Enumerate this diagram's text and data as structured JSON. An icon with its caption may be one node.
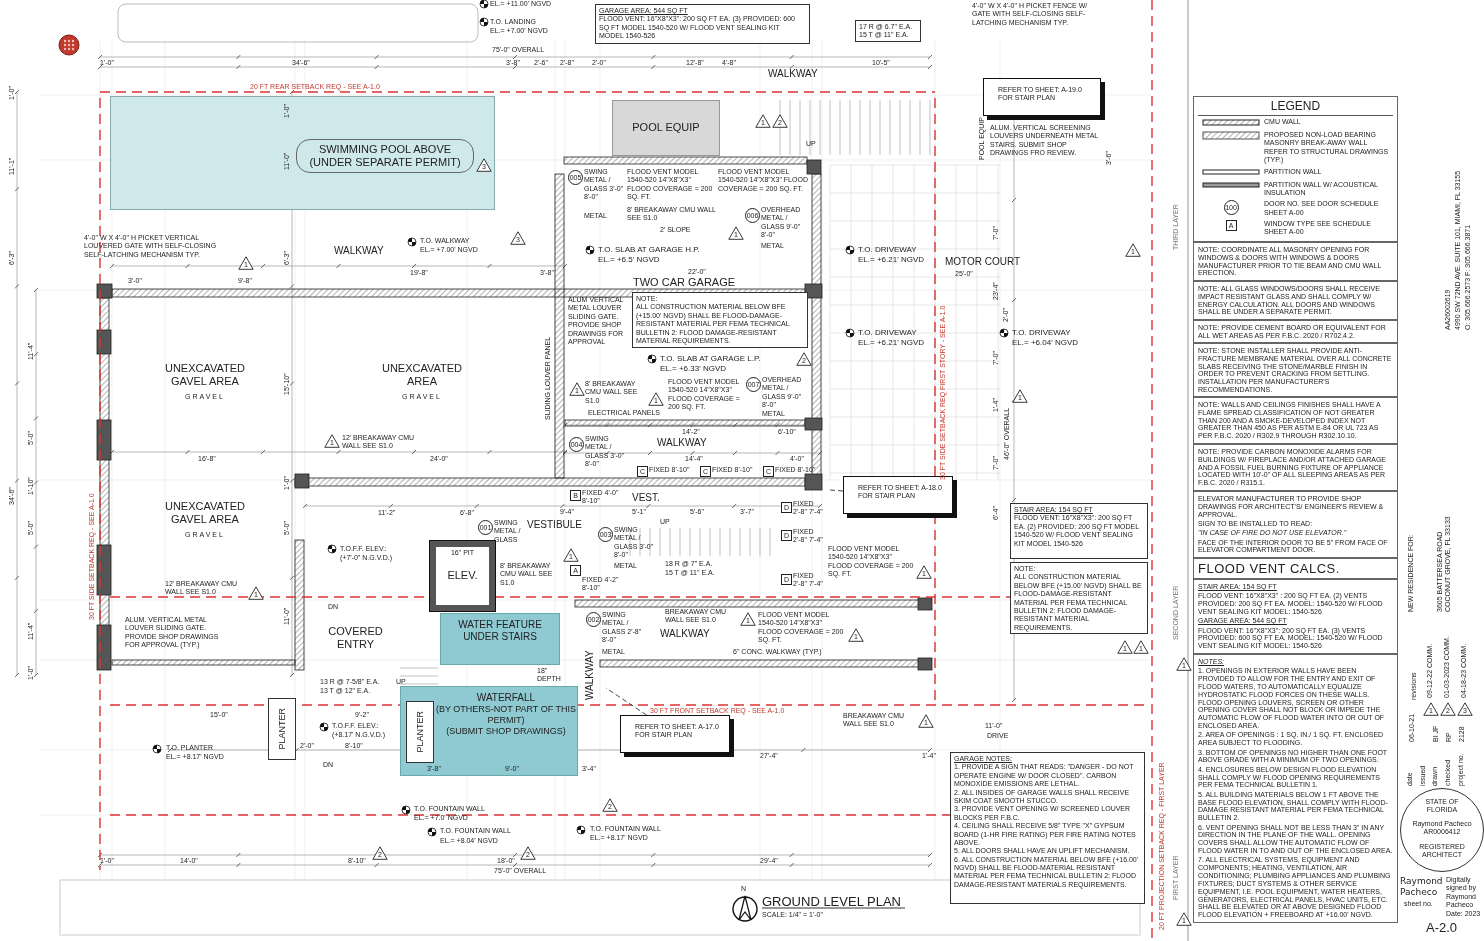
{
  "diagram": {
    "title": "GROUND LEVEL PLAN",
    "nodes": [
      {
        "text": [
          "GARAGE AREA: 544 SQ FT",
          "FLOOD VENT: 16\"X8\"X3\": 200 SQ FT EA. (3) PROVIDED: 600 SQ FT MODEL 1540-520 W/ FLOOD VENT SEALING KIT MODEL 1540-526"
        ]
      },
      {
        "text": [
          "17 R @ 6.7\" E.A.",
          "15 T @ 11\" E.A."
        ]
      },
      {
        "text": [
          "SWIMMING POOL ABOVE (UNDER SEPARATE PERMIT)"
        ]
      },
      {
        "text": [
          "POOL EQUIP"
        ]
      },
      {
        "text": [
          "REFER TO SHEET: A-19.0 FOR STAIR PLAN"
        ]
      },
      {
        "text": [
          "NOTE:",
          "ALL CONSTRUCTION MATERIAL BELOW BFE (+15.00' NGVD) SHALL BE FLOOD-DAMAGE-RESISTANT MATERIAL PER FEMA TECHNICAL BULLETIN 2: FLOOD DAMAGE-RESISTANT MATERIAL REQUIREMENTS."
        ]
      },
      {
        "text": [
          "REFER TO SHEET: A-18.0 FOR STAIR PLAN"
        ]
      },
      {
        "text": [
          "STAIR AREA: 154 SQ FT",
          "FLOOD VENT: 16\"X8\"X3\": 200 SQ FT EA. (2) PROVIDED: 200 SQ FT MODEL 1540-520 W/ FLOOD VENT SEALING KIT MODEL 1540-526"
        ]
      },
      {
        "text": [
          "NOTE:",
          "ALL CONSTRUCTION MATERIAL BELOW BFE (+15.00' NGVD) SHALL BE FLOOD-DAMAGE-RESISTANT MATERIAL PER FEMA TECHNICAL BULLETIN 2: FLOOD DAMAGE-RESISTANT MATERIAL REQUIREMENTS."
        ]
      },
      {
        "text": [
          "16\" PIT",
          "ELEV."
        ]
      },
      {
        "text": [
          "WATER FEATURE UNDER STAIRS"
        ]
      },
      {
        "text": [
          "WATERFALL",
          "(BY OTHERS-NOT PART OF THIS PERMIT)",
          "(SUBMIT SHOP DRAWINGS)"
        ]
      },
      {
        "text": [
          "PLANTER"
        ]
      },
      {
        "text": [
          "PLANTER"
        ],
        "in": 11
      },
      {
        "text": [
          "REFER TO SHEET: A-17.0 FOR STAIR PLAN"
        ]
      },
      {
        "text": [
          "GARAGE NOTES:",
          "1. PROVIDE A SIGN THAT READS: \"DANGER - DO NOT OPERATE ENGINE W/ DOOR CLOSED\". CARBON MONOXIDE EMISSIONS ARE LETHAL.",
          "2. ALL INSIDES OF GARAGE WALLS SHALL RECEIVE SKIM COAT SMOOTH STUCCO.",
          "3. PROVIDE VENT OPENING W/ SCREENED LOUVER BLOCKS PER F.B.C.",
          "4. CEILING SHALL RECEIVE 5/8\" TYPE \"X\" GYPSUM BOARD (1-HR FIRE RATING) PER FIRE RATING NOTES ABOVE.",
          "5. ALL DOORS SHALL HAVE AN UPLIFT MECHANISM.",
          "6. ALL CONSTRUCTION MATERIAL BELOW BFE (+16.00' NGVD) SHALL BE FLOOD-MATERIAL RESISTANT MATERIAL PER FEMA TECHNICAL BULLETIN 2: FLOOD DAMAGE-RESISTANT MATERIALS REQUIREMENTS."
        ]
      },
      {
        "text": [
          "LEGEND"
        ]
      },
      {
        "text": [
          "NOTE: COORDINATE ALL MASONRY OPENING FOR WINDOWS & DOORS WITH WINDOWS & DOORS MANUFACTURER PRIOR TO TIE BEAM AND CMU WALL ERECTION."
        ]
      },
      {
        "text": [
          "NOTE: ALL GLASS WINDOWS/DOORS SHALL RECEIVE IMPACT RESISTANT GLASS AND SHALL COMPLY W/ ENERGY CALCULATION. ALL DOORS AND WINDOWS SHALL BE UNDER A SEPARATE PERMIT."
        ]
      },
      {
        "text": [
          "NOTE: PROVIDE CEMENT BOARD OR EQUIVALENT FOR ALL WET AREAS AS PER F.B.C. 2020 / R702.4.2."
        ]
      },
      {
        "text": [
          "NOTE: STONE INSTALLER SHALL PROVIDE ANTI-FRACTURE MEMBRANE MATERIAL OVER ALL CONCRETE SLABS RECEIVING THE STONE/MARBLE FINISH IN ORDER TO PREVENT CRACKING FROM SETTLING. INSTALLATION PER MANUFACTURER'S RECOMMENDATIONS."
        ]
      },
      {
        "text": [
          "NOTE: WALLS AND CEILINGS FINISHES SHALL HAVE A FLAME SPREAD CLASSIFICATION OF NOT GREATER THAN 200 AND A SMOKE-DEVELOPED INDEX NOT GREATER THAN 450 AS PER ASTM E-84 OR UL 723 AS PER F.B.C. 2020 / R302.9 THROUGH R302.10.10."
        ]
      },
      {
        "text": [
          "NOTE: PROVIDE CARBON MONOXIDE ALARMS FOR BUILDINGS W/ FIREPLACE AND/OR ATTACHED GARAGE AND A FOSSIL FUEL BURNING FIXTURE OF APPLIANCE LOCATED WITH 10'-0\" OF ALL SLEEPING AREAS AS PER F.B.C. 2020 / R315.1."
        ]
      },
      {
        "text": [
          "ELEVATOR MANUFACTURER TO PROVIDE SHOP DRAWINGS FOR ARCHITECT'S/ ENGINEER'S REVIEW & APPROVAL.",
          "SIGN TO BE INSTALLED TO READ:",
          "\"IN CASE OF FIRE DO NOT USE ELEVATOR.\"",
          "FACE OF THE INTERIOR DOOR TO BE 5\" FROM FACE OF ELEVATOR COMPARTMENT DOOR."
        ]
      },
      {
        "text": [
          "FLOOD VENT CALCS."
        ]
      },
      {
        "text": [
          "STAIR AREA: 154 SQ FT",
          "FLOOD VENT: 16\"X8\"X3\" : 200 SQ FT EA. (2) VENTS PROVIDED: 200 SQ FT EA. MODEL: 1540-520 W/ FLOOD VENT SEALING KIT MODEL: 1540-526",
          "GARAGE AREA: 544 SQ FT",
          "FLOOD VENT: 16\"X8\"X3\": 200 SQ FT EA. (3) VENTS PROVIDED: 600 SQ FT EA. MODEL: 1540-520 W/ FLOOD VENT SEALING KIT MODEL: 1540-526"
        ]
      },
      {
        "text": [
          "NOTES:",
          "1. OPENINGS IN EXTERIOR WALLS HAVE BEEN PROVIDED TO ALLOW FOR THE ENTRY AND EXIT OF FLOOD WATERS, TO AUTOMATICALLY EQUALIZE HYDROSTATIC FLOOD FORCES ON THESE WALLS. FLOOD OPENING LOUVERS, SCREEN OR OTHER OPENING COVER SHALL NOT BLOCK OR IMPEDE THE AUTOMATIC FLOW OF FLOOD WATER INTO OR OUT OF ENCLOSED AREA.",
          "2. AREA OF OPENINGS : 1 SQ. IN./ 1 SQ. FT. ENCLOSED AREA SUBJECT TO FLOODING.",
          "3. BOTTOM OF OPENINGS NO HIGHER THAN ONE FOOT ABOVE GRADE WITH A MINIMUM OF TWO OPENINGS.",
          "4. ENCLOSURES BELOW DESIGN FLOOD ELEVATION SHALL COMPLY W/ FLOOD OPENING REQUIREMENTS PER FEMA TECHNICAL BULLETIN 1.",
          "5. ALL BUILDING MATERIALS BELOW 1 FT ABOVE THE BASE FLOOD ELEVATION, SHALL COMPLY WITH FLOOD-DAMAGE RESISTANT MATERIAL PER FEMA TECHNICAL BULLETIN 2.",
          "6. VENT OPENING SHALL NOT BE LESS THAN 3\" IN ANY DIRECTION IN THE PLANE OF THE WALL. OPENING COVERS SHALL ALLOW THE AUTOMATIC FLOW OF FLOOD WATER IN TO AND OUT OF THE ENCLOSED AREA.",
          "7. ALL ELECTRICAL SYSTEMS, EQUIPMENT AND COMPONENTS; HEATING, VENTILATION, AIR CONDITIONING; PLUMBING APPLIANCES AND PLUMBING FIXTURES; DUCT SYSTEMS & OTHER SERVICE EQUIPMENT, I.E. POOL EQUIPMENT, WATER HEATERS, GENERATORS, ELECTRICAL PANELS, HVAC UNITS, ETC. SHALL BE ELEVATED OR AT ABOVE DESIGNED FLOOD FLOOD ELEVATION + FREEBOARD AT +16.00' NGVD."
        ]
      },
      {
        "text": [
          "STATE OF FLORIDA",
          "Raymond Pacheco",
          "AR0006412",
          "REGISTERED ARCHITECT"
        ]
      }
    ],
    "edges": [
      {
        "from": 14,
        "to": null,
        "arrow": "none",
        "style": "dashed"
      },
      {
        "from": 6,
        "to": null,
        "arrow": "none",
        "style": "dashed"
      }
    ],
    "labels": [
      "EL.= +11.00' NGVD",
      "T.O. LANDING",
      "EL.= +7.00' NGVD",
      "75'-0\" OVERALL",
      "1'-0\"",
      "34'-6\"",
      "3'-8\"",
      "2'-6\"",
      "2'-8\"",
      "2'-0\"",
      "12'-8\"",
      "4'-8\"",
      "10'-5\"",
      "4'-0\" W X 4'-0\" H PICKET FENCE W/ GATE WITH SELF-CLOSING SELF-LATCHING MECHANISM TYP.",
      "20 FT REAR SETBACK REQ - SEE A-1.0",
      "WALKWAY",
      "1",
      "2",
      "UP",
      "POOL EQUIP",
      "ALUM. VERTICAL SCREENING LOUVERS UNDERNEATH METAL STAIRS. SUBMIT SHOP DRAWINGS FRO REVIEW.",
      "1",
      "3",
      "4'-0\" W X 4'-0\" H PICKET VERTICAL LOUVERED GATE WITH SELF-CLOSING SELF-LATCHING MECHANISM TYP.",
      "1",
      "WALKWAY",
      "T.O. WALKWAY",
      "EL.= +7.00' NGVD",
      "3",
      "3'-0\"",
      "9'-8\"",
      "19'-8\"",
      "3'-8\"",
      "UNEXCAVATED GAVEL AREA",
      "GRAVEL",
      "UNEXCAVATED AREA",
      "GRAVEL",
      "SLIDING LOUVER PANEL",
      "1",
      "12' BREAKAWAY CMU WALL SEE S1.0",
      "16'-8\"",
      "24'-0\"",
      "UNEXCAVATED GAVEL AREA",
      "GRAVEL",
      "11'-2\"",
      "6'-8\"",
      "T.O.F.F. ELEV.:",
      "(+7'-0\" N.G.V.D.)",
      "12' BREAKAWAY CMU WALL SEE S1.0",
      "1",
      "DN",
      "ALUM. VERTICAL METAL LOUVER SLIDING GATE. PROVIDE SHOP DRAWINGS FOR APPROVAL (TYP.)",
      "COVERED ENTRY",
      "13 R @ 7-5/8\" E.A.",
      "13 T @ 12\" E.A.",
      "UP",
      "15'-0\"",
      "9'-2\"",
      "T.O.F.F. ELEV.:",
      "(+8.17' N.G.V.D.)",
      "T.O. PLANTER",
      "EL.= +8.17' NGVD",
      "2'-0\"",
      "8'-10\"",
      "DN",
      "18\" DEPTH",
      "3'-8\"",
      "9'-0\"",
      "3'-4\"",
      "2",
      "T.O. FOUNTAIN WALL",
      "EL.= +7.0' NGVD",
      "T.O. FOUNTAIN WALL",
      "EL.= +8.04' NGVD",
      "T.O. FOUNTAIN WALL",
      "EL.= +8.17' NGVD",
      "2",
      "2",
      "1'-0\"",
      "14'-0\"",
      "8'-10\"",
      "18'-0\"",
      "29'-4\"",
      "75'-0\" OVERALL",
      "30 FT SIDE SETBACK REQ - SEE A-1.0",
      "30 FT FRONT SETBACK REQ - SEE A-1.0",
      "WALKWAY",
      "WALKWAY",
      "BREAKAWAY CMU WALL SEE S1.0",
      "005",
      "SWING METAL / GLASS 3'-0\" 8'-0\"",
      "METAL",
      "FLOOD VENT MODEL 1540-520 14\"X8\"X3\" FLOOD COVERAGE = 200 SQ. FT.",
      "FLOOD VENT MODEL 1540-520 14\"X8\"X3\" FLOOD COVERAGE = 200 SQ. FT.",
      "8' BREAKAWAY CMU WALL SEE S1.0",
      "006",
      "OVERHEAD METAL / GLASS 9'-0\" 8'-0\"",
      "METAL",
      "2' SLOPE",
      "1",
      "T.O. SLAB AT GARAGE H.P.",
      "EL.= +6.5' NGVD",
      "22'-0\"",
      "TWO CAR GARAGE",
      "ALUM VERTICAL METAL LOUVER SLIDING GATE. PROVIDE SHOP DRAWINGS FOR APPROVAL",
      "2",
      "T.O. SLAB AT GARAGE L.P.",
      "EL.= +6.33' NGVD",
      "007",
      "OVERHEAD METAL / GLASS 9'-0\" 8'-0\"",
      "METAL",
      "8' BREAKAWAY CMU WALL SEE S1.0",
      "1",
      "FLOOD VENT MODEL 1540-520 14\"X8\"X3\" FLOOD COVERAGE = 200 SQ. FT.",
      "1",
      "ELECTRICAL PANELS",
      "T.O. DRIVEWAY",
      "EL.= +6.21' NGVD",
      "MOTOR COURT",
      "25'-0\"",
      "T.O. DRIVEWAY",
      "EL.= +6.21' NGVD",
      "T.O. DRIVEWAY",
      "EL.= +6.04' NGVD",
      "1",
      "46'-0\" OVERALL",
      "30 FT SIDE SETBACK REQ FIRST STORY - SEE A-1.0",
      "14'-2\"",
      "6'-10\"",
      "004",
      "SWING METAL / GLASS 3'-0\" 8'-0\"",
      "WALKWAY",
      "14'-4\"",
      "4'-0\"",
      "VEST.",
      "UP",
      "5'-1\"",
      "5'-6\"",
      "3'-7\"",
      "003",
      "SWING METAL / GLASS 3'-0\" 8'-0\"",
      "METAL",
      "18 R @ 7\" E.A.",
      "15 T @ 11\" E.A.",
      "001",
      "SWING METAL / GLASS",
      "VESTIBULE",
      "9'-4\"",
      "1",
      "8' BREAKAWAY CMU WALL SEE S1.0",
      "FLOOD VENT MODEL 1540-520 14\"X8\"X3\" FLOOD COVERAGE = 200 SQ. FT.",
      "1",
      "FIXED 2'-8\" 7'-4\"",
      "FIXED 2'-8\" 7'-4\"",
      "FIXED 2'-8\" 7'-4\"",
      "B",
      "A",
      "D",
      "D",
      "D",
      "C",
      "C",
      "C",
      "FIXED 8'-10\"",
      "FIXED 8'-10\"",
      "FIXED 8'-10\"",
      "FIXED 4'-0\" 8'-10\"",
      "FIXED 4'-2\" 8'-10\"",
      "002",
      "SWING METAL / GLASS 2'-8\" 8'-0\"",
      "METAL",
      "1",
      "FLOOD VENT MODEL 1540-520 14\"X8\"X3\" FLOOD COVERAGE = 200 SQ. FT.",
      "1",
      "6\" CONC. WALKWAY (TYP.)",
      "BREAKAWAY CMU WALL SEE S1.0",
      "1",
      "27'-4\"",
      "1'-4\"",
      "11'-0\"",
      "DRIVE",
      "1",
      "1",
      "1",
      "1",
      "SECOND LAYER",
      "THIRD LAYER",
      "FIRST LAYER",
      "20 FT PROJECTION SETBACK REQ - FIRST LAYER",
      "N",
      "SCALE: 1/4\" = 1'-0\"",
      "100",
      "A",
      "AA26002619",
      "4990 SW 72ND AVE. SUITE 101, MIAMI, FL 33155",
      "O: 305.666.2573 F: 305.666.3871",
      "NEW RESIDENCE FOR:",
      "3605 BATTERSEA ROAD COCONUT GROVE, FL 33133",
      "date",
      "06-10-21",
      "issued",
      "drawn",
      "BI JF",
      "checked",
      "RP",
      "project no.",
      "2128",
      "revisions",
      "1",
      "09-12-22 COMM.",
      "2",
      "01-03-2023 COMM.",
      "3",
      "04-18-23 COMM.",
      "Raymond Pacheco",
      "Digitally signed by Raymond Pacheco Date: 2023",
      "sheet no.",
      "A-2.0",
      "1'-0\"",
      "11'-1\"",
      "6'-3\"",
      "34'-6\"",
      "11'-4\"",
      "5'-0\"",
      "1'-10\"",
      "5'-0\"",
      "11'-4\"",
      "1'-0\"",
      "1'-0\"",
      "11'-0\"",
      "6'-3\"",
      "15'-10\"",
      "1'-0\"",
      "5'-0\"",
      "11'-0\"",
      "3'-6\"",
      "7'-0\"",
      "23'-4\"",
      "2'-0\"",
      "7'-0\"",
      "1'-4\"",
      "7'-0\"",
      "6'-4\""
    ],
    "legend": [
      {
        "text": "CMU WALL"
      },
      {
        "text": "PROPOSED NON-LOAD BEARING MASONRY BREAK-AWAY WALL REFER TO STRUCTURAL DRAWINGS (TYP.)"
      },
      {
        "text": "PARTITION WALL"
      },
      {
        "text": "PARTITION WALL W/ ACOUSTICAL INSULATION"
      },
      {
        "text": "DOOR NO. SEE DOOR SCHEDULE SHEET A-00"
      },
      {
        "text": "WINDOW TYPE SEE SCHEDULE SHEET A-00"
      }
    ]
  }
}
